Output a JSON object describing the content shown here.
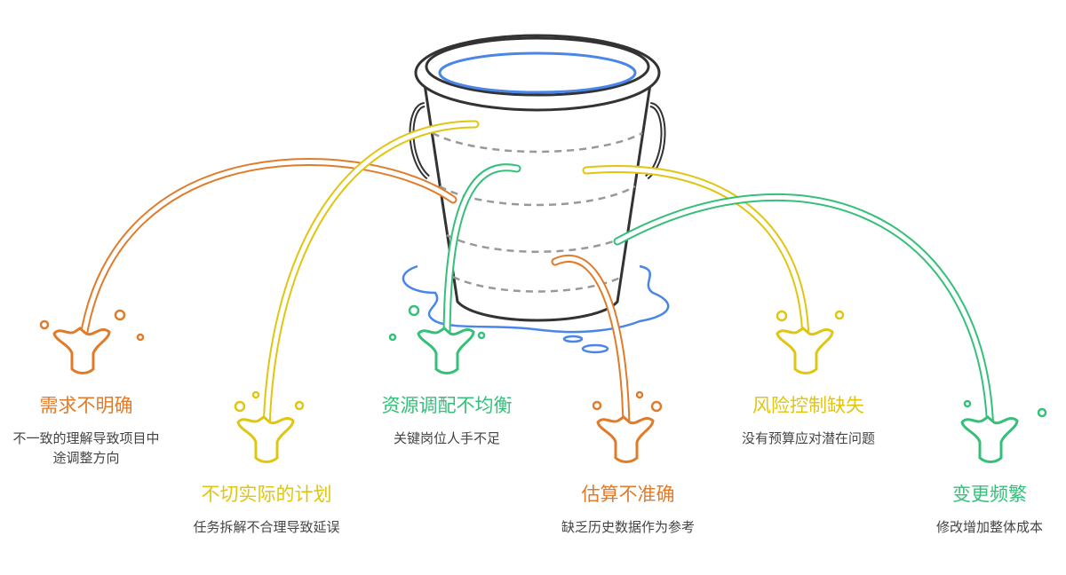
{
  "colors": {
    "orange": "#e07b2a",
    "yellow": "#e0c511",
    "green": "#35c07a",
    "water": "#4a86e8",
    "bucket": "#333333"
  },
  "items": [
    {
      "title": "需求不明确",
      "desc": "不一致的理解导致项目中途调整方向",
      "color": "orange"
    },
    {
      "title": "不切实际的计划",
      "desc": "任务拆解不合理导致延误",
      "color": "yellow"
    },
    {
      "title": "资源调配不均衡",
      "desc": "关键岗位人手不足",
      "color": "green"
    },
    {
      "title": "估算不准确",
      "desc": "缺乏历史数据作为参考",
      "color": "orange"
    },
    {
      "title": "风险控制缺失",
      "desc": "没有预算应对潜在问题",
      "color": "yellow"
    },
    {
      "title": "变更频繁",
      "desc": "修改增加整体成本",
      "color": "green"
    }
  ]
}
